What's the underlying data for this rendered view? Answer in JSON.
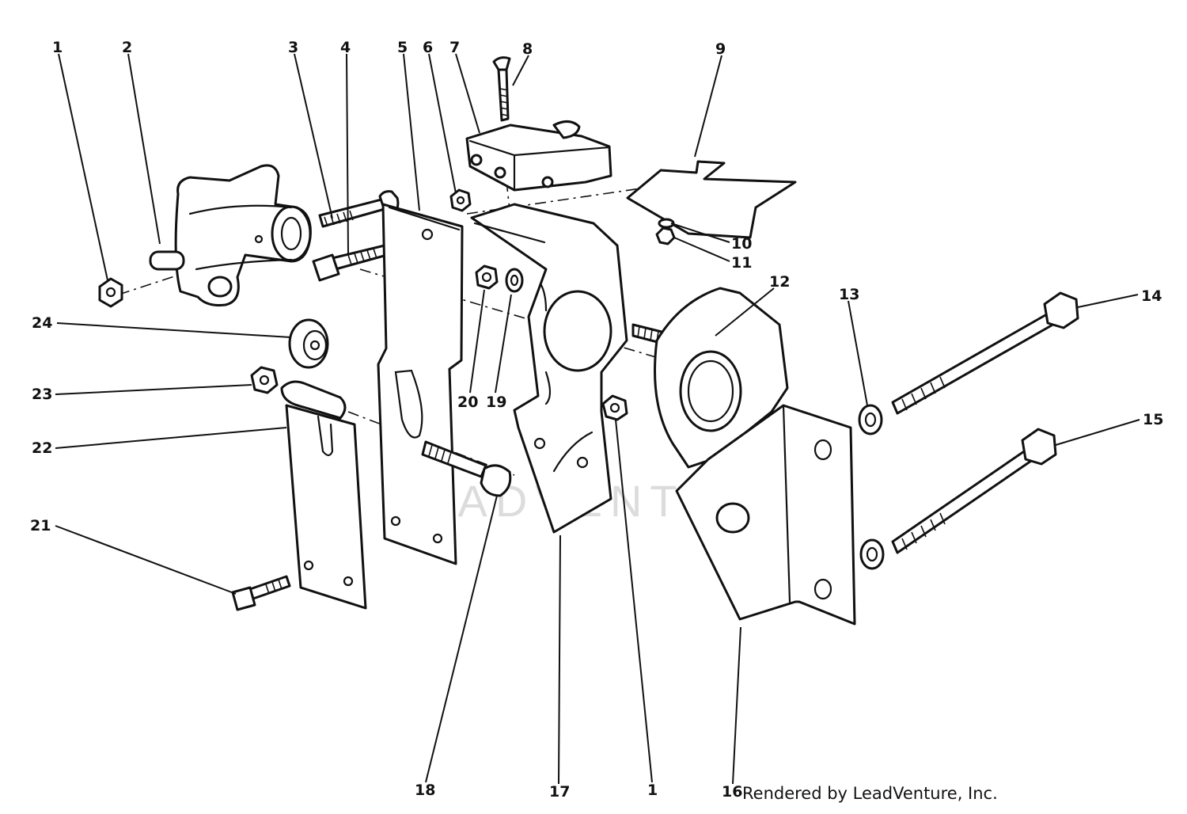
{
  "callouts": [
    {
      "id": "c1a",
      "text": "1"
    },
    {
      "id": "c2",
      "text": "2"
    },
    {
      "id": "c3",
      "text": "3"
    },
    {
      "id": "c4",
      "text": "4"
    },
    {
      "id": "c5",
      "text": "5"
    },
    {
      "id": "c6",
      "text": "6"
    },
    {
      "id": "c7",
      "text": "7"
    },
    {
      "id": "c8",
      "text": "8"
    },
    {
      "id": "c9",
      "text": "9"
    },
    {
      "id": "c10",
      "text": "10"
    },
    {
      "id": "c11",
      "text": "11"
    },
    {
      "id": "c12",
      "text": "12"
    },
    {
      "id": "c13",
      "text": "13"
    },
    {
      "id": "c14",
      "text": "14"
    },
    {
      "id": "c15",
      "text": "15"
    },
    {
      "id": "c16",
      "text": "16"
    },
    {
      "id": "c17",
      "text": "17"
    },
    {
      "id": "c18",
      "text": "18"
    },
    {
      "id": "c1b",
      "text": "1"
    },
    {
      "id": "c19",
      "text": "19"
    },
    {
      "id": "c20",
      "text": "20"
    },
    {
      "id": "c21",
      "text": "21"
    },
    {
      "id": "c22",
      "text": "22"
    },
    {
      "id": "c23",
      "text": "23"
    },
    {
      "id": "c24",
      "text": "24"
    }
  ],
  "watermark": "LEADVENTURE",
  "credit": "Rendered by LeadVenture, Inc."
}
